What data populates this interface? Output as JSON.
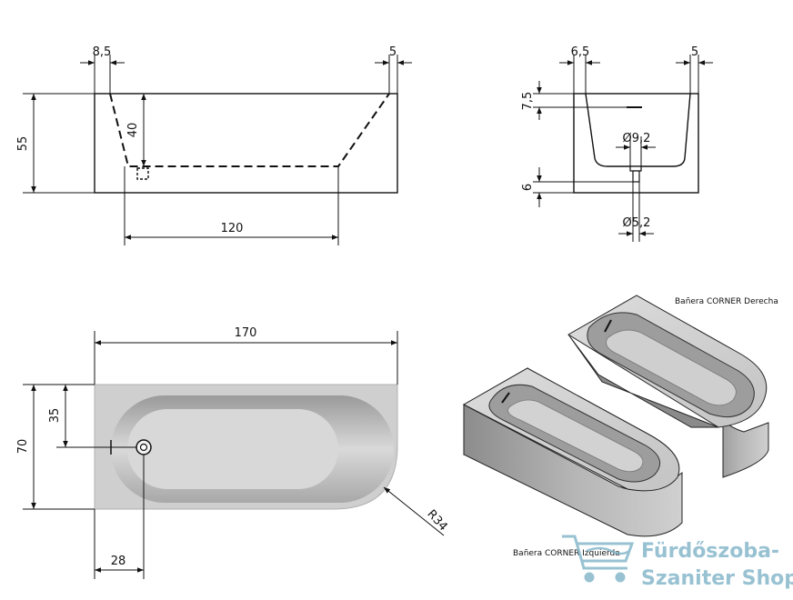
{
  "side_view": {
    "dim_top_left": "8,5",
    "dim_top_right": "5",
    "dim_height": "55",
    "dim_depth": "40",
    "dim_length": "120"
  },
  "end_view": {
    "dim_top_left": "6,5",
    "dim_top_right": "5",
    "dim_rim": "7,5",
    "dim_drain_outer": "Ø9,2",
    "dim_base": "6",
    "dim_drain_inner": "Ø5,2"
  },
  "top_view": {
    "dim_length": "170",
    "dim_width": "70",
    "dim_drain_y": "35",
    "dim_drain_x": "28",
    "dim_radius": "R34"
  },
  "iso_views": {
    "right_label": "Bañera CORNER Derecha",
    "left_label": "Bañera CORNER Izquierda"
  },
  "brand": {
    "line1": "Fürdőszoba-",
    "line2": "Szaniter Shop",
    "icon": "shopping-cart-icon",
    "color": "#7fb3c8"
  }
}
